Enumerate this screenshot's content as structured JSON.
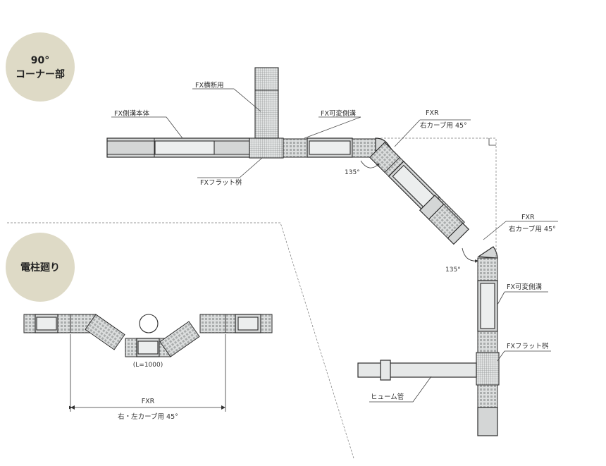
{
  "badges": {
    "corner": [
      "90°",
      "コーナー部"
    ],
    "pole": "電柱廻り"
  },
  "labels": {
    "cross": "FX横断用",
    "body": "FX側溝本体",
    "variable_top": "FX可変側溝",
    "fxr_top": "FXR",
    "right_curve_top": "右カーブ用 45°",
    "flat_top": "FXフラット桝",
    "angle_a": "135°",
    "fxr_mid": "FXR",
    "right_curve_mid": "右カーブ用 45°",
    "angle_b": "135°",
    "variable_right": "FX可変側溝",
    "flat_right": "FXフラット桝",
    "hume": "ヒューム管",
    "length": "(L=1000)",
    "fxr_bottom": "FXR",
    "both_curve": "右・左カーブ用 45°"
  },
  "colors": {
    "badge": "#dedac6",
    "channel": "#d4d6d6",
    "line": "#2b2b2b"
  }
}
